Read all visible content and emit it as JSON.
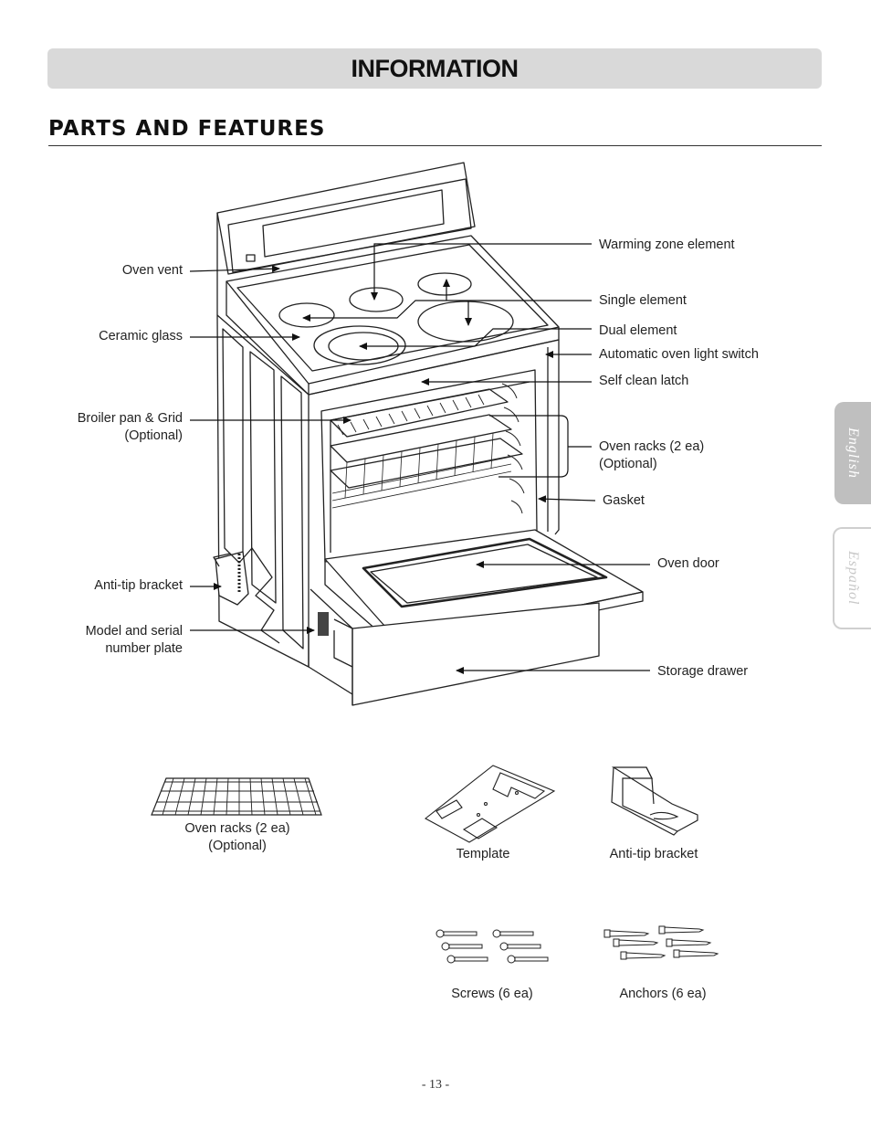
{
  "header": {
    "title": "INFORMATION"
  },
  "section": {
    "title": "PARTS AND FEATURES"
  },
  "labels_left": {
    "oven_vent": "Oven vent",
    "ceramic_glass": "Ceramic glass",
    "broiler_pan_1": "Broiler pan & Grid",
    "broiler_pan_2": "(Optional)",
    "anti_tip": "Anti-tip bracket",
    "model_plate_1": "Model and serial",
    "model_plate_2": "number plate"
  },
  "labels_right": {
    "warming_zone": "Warming zone element",
    "single_element": "Single element",
    "dual_element": "Dual element",
    "light_switch": "Automatic oven light switch",
    "self_clean": "Self clean latch",
    "oven_racks_1": "Oven racks (2 ea)",
    "oven_racks_2": "(Optional)",
    "gasket": "Gasket",
    "oven_door": "Oven door",
    "storage_drawer": "Storage drawer"
  },
  "accessories": {
    "racks_1": "Oven racks (2 ea)",
    "racks_2": "(Optional)",
    "template": "Template",
    "anti_tip": "Anti-tip bracket",
    "screws": "Screws (6 ea)",
    "anchors": "Anchors (6 ea)"
  },
  "tabs": {
    "english": "English",
    "espanol": "Español"
  },
  "footer": {
    "page": "- 13 -"
  }
}
